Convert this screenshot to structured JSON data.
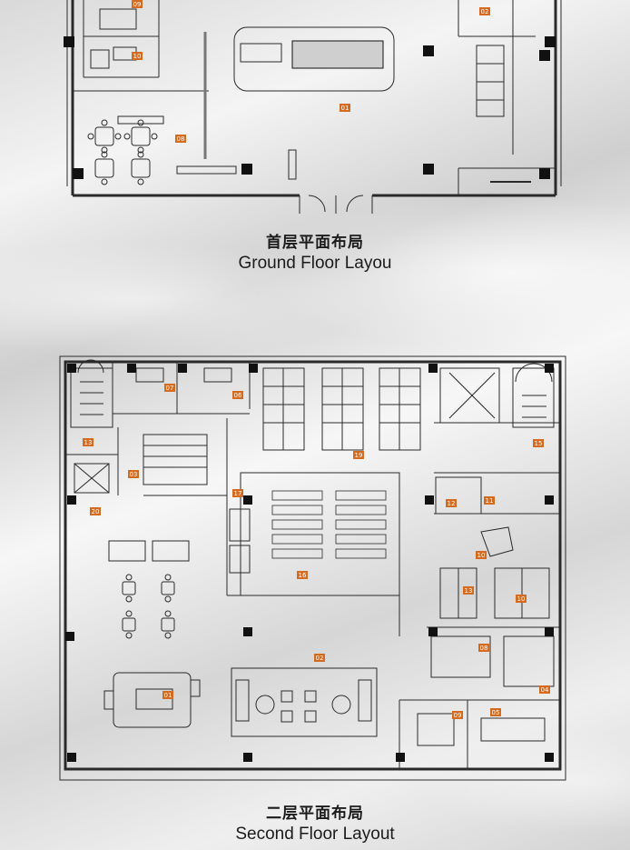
{
  "ground_floor": {
    "title_cn": "首层平面布局",
    "title_en": "Ground Floor Layou",
    "room_tags": [
      "09",
      "10",
      "02",
      "01",
      "08"
    ]
  },
  "second_floor": {
    "title_cn": "二层平面布局",
    "title_en": "Second Floor Layout",
    "room_tags": [
      "07",
      "06",
      "13",
      "20",
      "03",
      "19",
      "15",
      "17",
      "12",
      "11",
      "10",
      "16",
      "13",
      "10",
      "02",
      "08",
      "01",
      "04",
      "09",
      "05"
    ]
  },
  "colors": {
    "tag": "#d66a1e",
    "line": "#2a2a2a",
    "wall": "#111111"
  }
}
